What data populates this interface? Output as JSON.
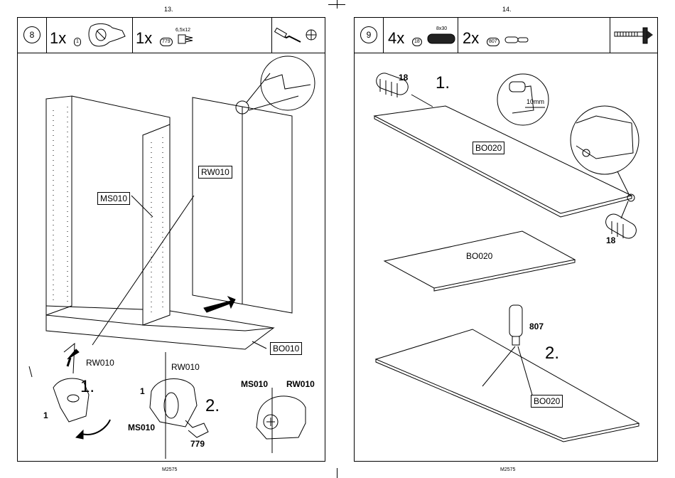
{
  "left_page": {
    "page_number": "13.",
    "step": "8",
    "parts": [
      {
        "qty": "1x",
        "id": "1"
      },
      {
        "qty": "1x",
        "id": "779",
        "size": "6,5x12"
      }
    ],
    "tools": [
      "screwdriver-icon",
      "phillips-head-icon"
    ],
    "labels": {
      "rw010_box": "RW010",
      "ms010_box": "MS010",
      "bo010_box": "BO010",
      "rw010_a": "RW010",
      "rw010_b": "RW010",
      "rw010_c": "RW010",
      "ms010_a": "MS010",
      "ms010_b": "MS010",
      "step1": "1.",
      "step2": "2.",
      "part1_a": "1",
      "part1_b": "1",
      "screw": "779"
    },
    "footer": "M2575"
  },
  "right_page": {
    "page_number": "14.",
    "step": "9",
    "parts": [
      {
        "qty": "4x",
        "id": "18",
        "size": "8x30"
      },
      {
        "qty": "2x",
        "id": "807"
      }
    ],
    "tools": [
      "hammer-icon"
    ],
    "labels": {
      "dowel_top": "18",
      "dowel_bottom": "18",
      "step1": "1.",
      "depth": "10mm",
      "bo020_box_top": "BO020",
      "bo020_mid": "BO020",
      "bo020_box_bottom": "BO020",
      "pin": "807",
      "step2": "2."
    },
    "footer": "M2575"
  }
}
